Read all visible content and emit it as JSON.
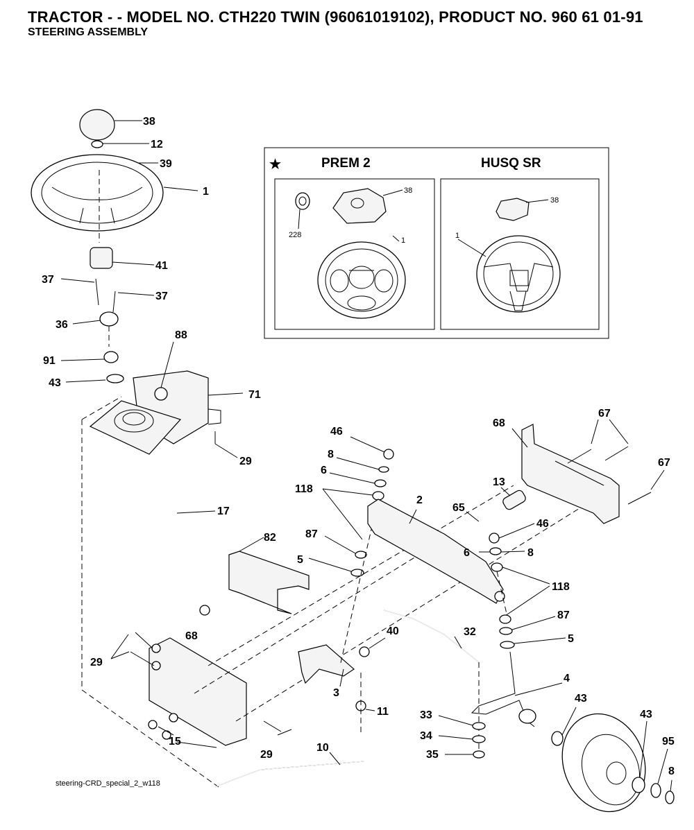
{
  "header": {
    "title": "TRACTOR - - MODEL NO. CTH220 TWIN (96061019102), PRODUCT NO. 960 61 01-91",
    "subtitle": "STEERING ASSEMBLY"
  },
  "inset": {
    "star": "★",
    "left": {
      "title": "PREM 2",
      "labels": [
        "38",
        "228",
        "1"
      ]
    },
    "right": {
      "title": "HUSQ SR",
      "labels": [
        "38",
        "1"
      ]
    }
  },
  "callouts": [
    "38",
    "12",
    "39",
    "1",
    "41",
    "37",
    "37",
    "36",
    "91",
    "43",
    "88",
    "71",
    "29",
    "17",
    "82",
    "68",
    "29",
    "15",
    "29",
    "10",
    "40",
    "3",
    "11",
    "46",
    "8",
    "6",
    "118",
    "87",
    "5",
    "2",
    "65",
    "13",
    "46",
    "6",
    "8",
    "68",
    "67",
    "67",
    "118",
    "87",
    "5",
    "32",
    "4",
    "33",
    "34",
    "35",
    "43",
    "43",
    "95",
    "8"
  ],
  "footer": {
    "filename": "steering-CRD_special_2_w118"
  }
}
